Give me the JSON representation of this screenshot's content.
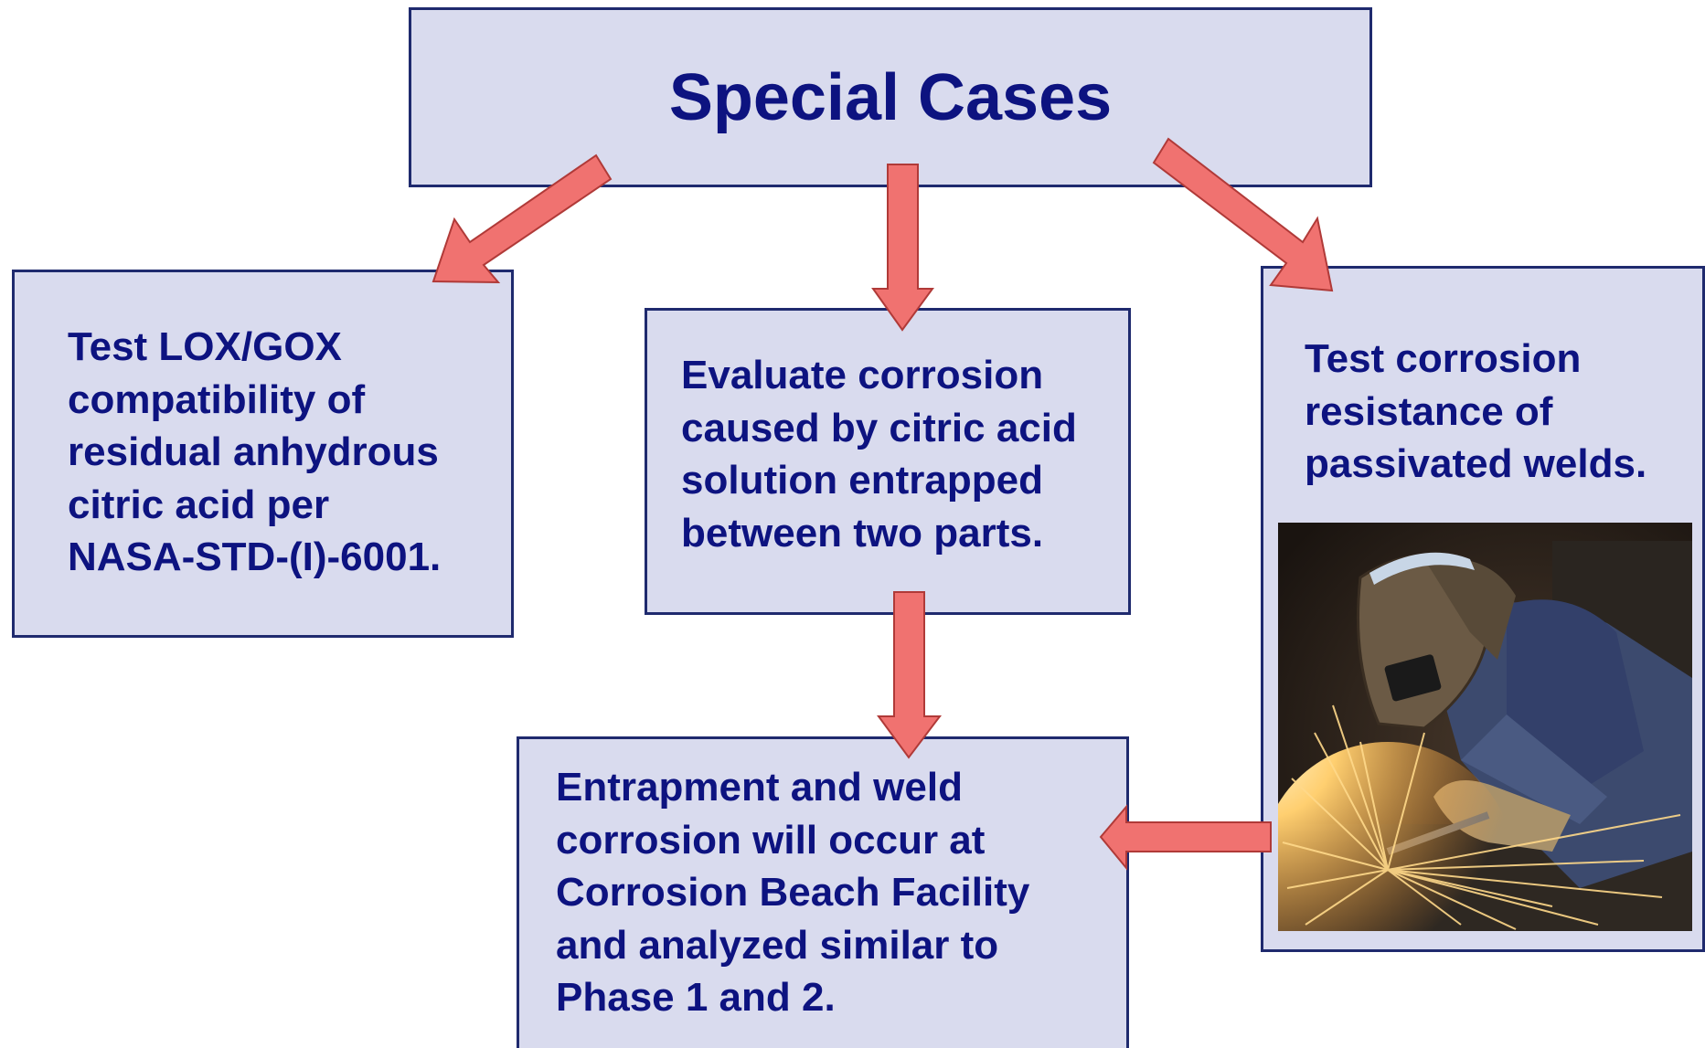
{
  "title": "Special Cases",
  "boxes": {
    "left": "Test LOX/GOX\ncompatibility of\nresidual anhydrous\ncitric acid per\nNASA-STD-(I)-6001.",
    "center": "Evaluate corrosion\ncaused by citric acid\nsolution entrapped\nbetween two parts.",
    "right": "Test corrosion\nresistance of\npassivated welds.",
    "bottom": "Entrapment and weld\ncorrosion will occur at\nCorrosion Beach Facility\nand analyzed similar to\nPhase 1 and 2."
  },
  "colors": {
    "box_fill": "#d9dbee",
    "box_border": "#1f2a6e",
    "text": "#0d1380",
    "arrow_fill": "#f07270",
    "arrow_stroke": "#b03a38"
  },
  "image": {
    "subject": "welder-with-sparks-photo"
  }
}
